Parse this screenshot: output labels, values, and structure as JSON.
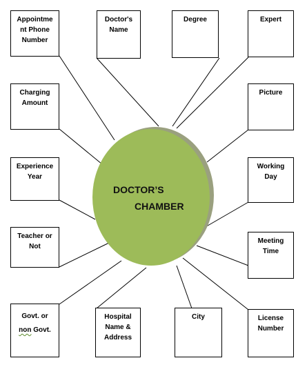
{
  "center": {
    "line1": "DOCTOR’S",
    "line2": "CHAMBER"
  },
  "colors": {
    "circle_fill": "#9dbb59",
    "circle_shadow": "#9aa07f",
    "line": "#000000"
  },
  "boxes": {
    "appointment_phone": "Appointme\nnt Phone\nNumber",
    "doctor_name": "Doctor's\nName",
    "degree": "Degree",
    "expert": "Expert",
    "charging_amount": "Charging\nAmount",
    "picture": "Picture",
    "experience_year": "Experience\nYear",
    "working_day": "Working\nDay",
    "teacher": "Teacher or\nNot",
    "meeting_time": "Meeting\nTime",
    "govt_line1": "Govt. or",
    "govt_line2_prefix": "non",
    "govt_line2_suffix": " Govt.",
    "hospital": "Hospital\nName &\nAddress",
    "city": "City",
    "license": "License\nNumber"
  }
}
